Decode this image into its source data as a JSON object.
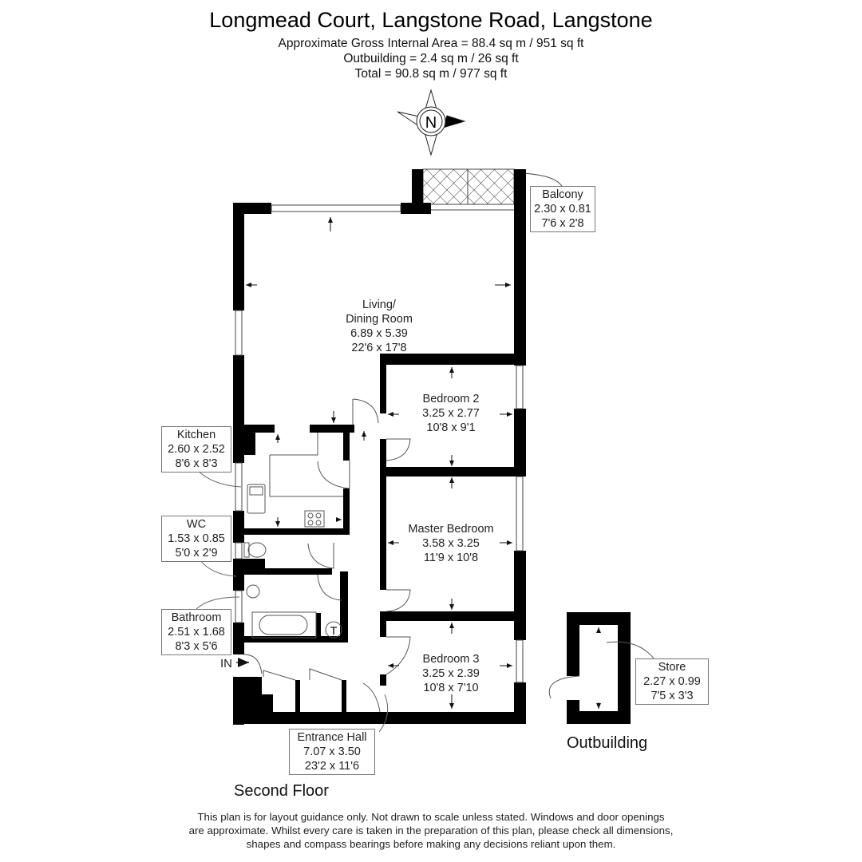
{
  "header": {
    "title": "Longmead Court, Langstone Road, Langstone",
    "gross_internal_area": "Approximate Gross Internal Area = 88.4 sq m / 951 sq ft",
    "outbuilding_area": "Outbuilding = 2.4 sq m / 26 sq ft",
    "total_area": "Total = 90.8 sq m / 977 sq ft"
  },
  "compass": {
    "icon": "compass-icon",
    "label": "N"
  },
  "rooms": {
    "living": {
      "name_line1": "Living/",
      "name_line2": "Dining Room",
      "metric": "6.89 x 5.39",
      "imperial": "22'6 x 17'8"
    },
    "balcony": {
      "name": "Balcony",
      "metric": "2.30 x 0.81",
      "imperial": "7'6 x 2'8"
    },
    "bedroom2": {
      "name": "Bedroom 2",
      "metric": "3.25 x 2.77",
      "imperial": "10'8 x 9'1"
    },
    "kitchen": {
      "name": "Kitchen",
      "metric": "2.60 x 2.52",
      "imperial": "8'6 x 8'3"
    },
    "wc": {
      "name": "WC",
      "metric": "1.53 x 0.85",
      "imperial": "5'0 x 2'9"
    },
    "master": {
      "name": "Master Bedroom",
      "metric": "3.58 x 3.25",
      "imperial": "11'9 x 10'8"
    },
    "bathroom": {
      "name": "Bathroom",
      "metric": "2.51 x 1.68",
      "imperial": "8'3 x 5'6"
    },
    "bedroom3": {
      "name": "Bedroom 3",
      "metric": "3.25 x 2.39",
      "imperial": "10'8 x 7'10"
    },
    "hall": {
      "name": "Entrance Hall",
      "metric": "7.07 x 3.50",
      "imperial": "23'2 x 11'6"
    },
    "store": {
      "name": "Store",
      "metric": "2.27 x 0.99",
      "imperial": "7'5 x 3'3"
    }
  },
  "markers": {
    "entrance": "IN",
    "cylinder": "T"
  },
  "floors": {
    "main": "Second Floor",
    "outbuilding": "Outbuilding"
  },
  "disclaimer": {
    "line1": "This plan is for layout guidance only. Not drawn to scale unless stated. Windows and door openings",
    "line2": "are approximate. Whilst every care is taken in the preparation of this plan, please check all dimensions,",
    "line3": "shapes and compass bearings before making any decisions reliant upon them."
  }
}
